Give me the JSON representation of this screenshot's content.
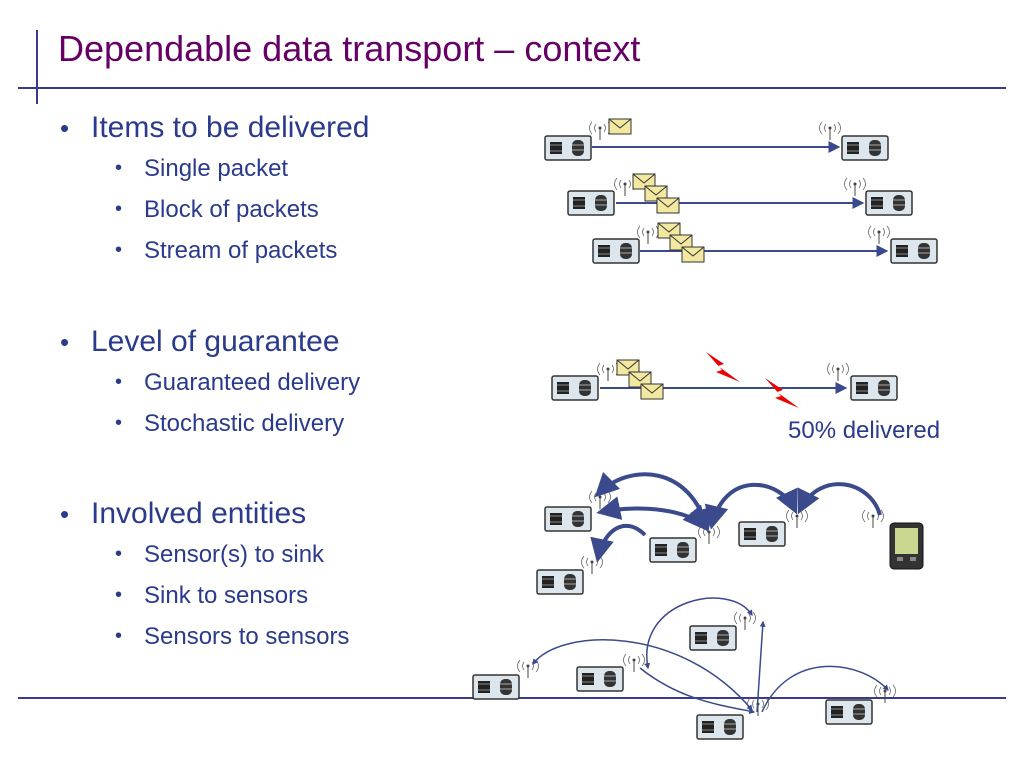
{
  "slide": {
    "title": "Dependable data transport – context",
    "sections": [
      {
        "heading": "Items to be delivered",
        "items": [
          "Single packet",
          "Block of packets",
          "Stream of packets"
        ]
      },
      {
        "heading": "Level of guarantee",
        "items": [
          "Guaranteed delivery",
          "Stochastic delivery"
        ]
      },
      {
        "heading": "Involved entities",
        "items": [
          "Sensor(s) to sink",
          "Sink to sensors",
          "Sensors to sensors"
        ]
      }
    ],
    "figure": {
      "delivery_caption": "50% delivered",
      "icons": [
        "sensor-node-icon",
        "envelope-icon",
        "lightning-bolt-icon",
        "pda-sink-icon"
      ]
    }
  },
  "colors": {
    "title": "#660066",
    "text": "#2a3a8c",
    "rule": "#3a3a8c",
    "arrow": "#3a4a8c",
    "node_fill": "#dce6ec",
    "bolt": "#ee0000",
    "envelope": "#f3e8a0"
  }
}
